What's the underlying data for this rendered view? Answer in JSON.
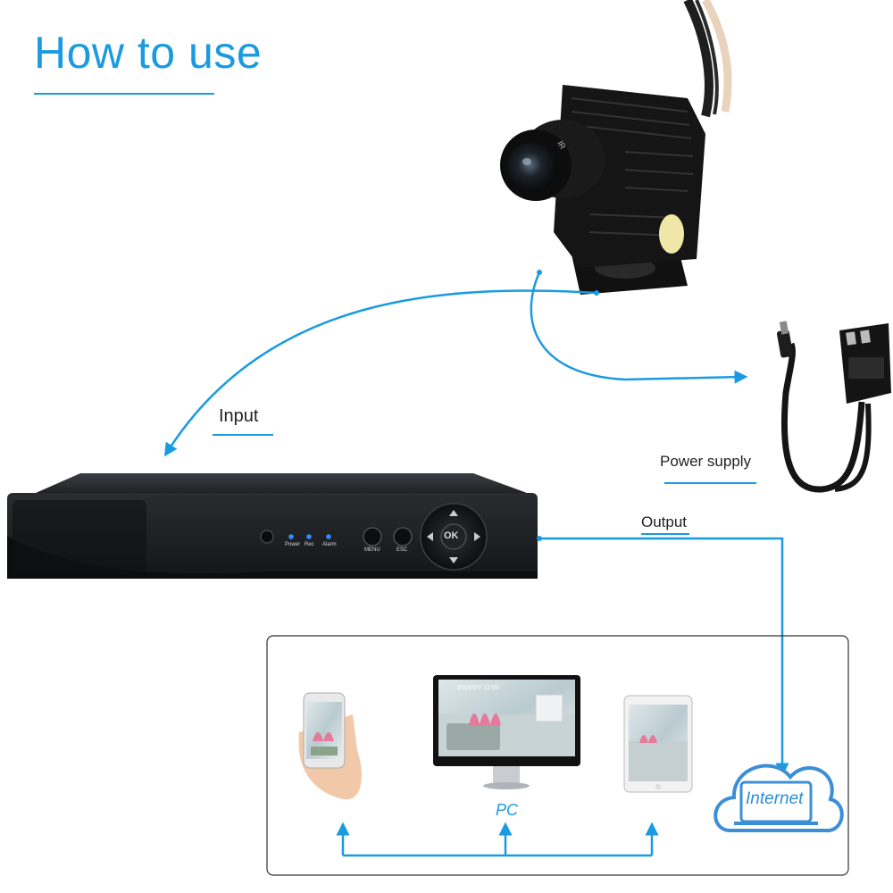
{
  "title": "How to use",
  "labels": {
    "input": "Input",
    "power_supply": "Power supply",
    "output": "Output",
    "pc": "PC",
    "internet": "Internet"
  },
  "dvr": {
    "leds": [
      "Power",
      "Rec",
      "Alarm"
    ],
    "buttons": [
      "MENU",
      "ESC"
    ],
    "ok": "OK"
  },
  "camera": {
    "lens_text": "IR"
  },
  "monitor": {
    "timestamp": "2019/07/ 12:00"
  },
  "colors": {
    "accent": "#1a9ae0",
    "dvr_body": "#1b1d20",
    "led": "#2f8cff"
  }
}
